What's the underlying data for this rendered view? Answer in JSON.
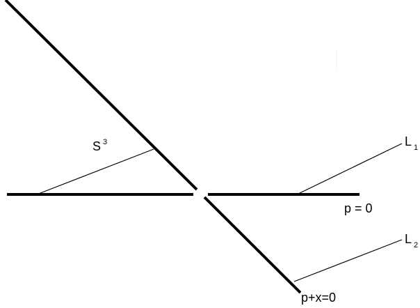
{
  "labels": {
    "s3": {
      "base": "S",
      "sup": "3"
    },
    "l1": {
      "base": "L",
      "sub": "1"
    },
    "l2": {
      "base": "L",
      "sub": "2"
    },
    "p0": "p = 0",
    "px0": "p+x=0"
  },
  "colors": {
    "stroke": "#000000",
    "background": "#ffffff"
  }
}
